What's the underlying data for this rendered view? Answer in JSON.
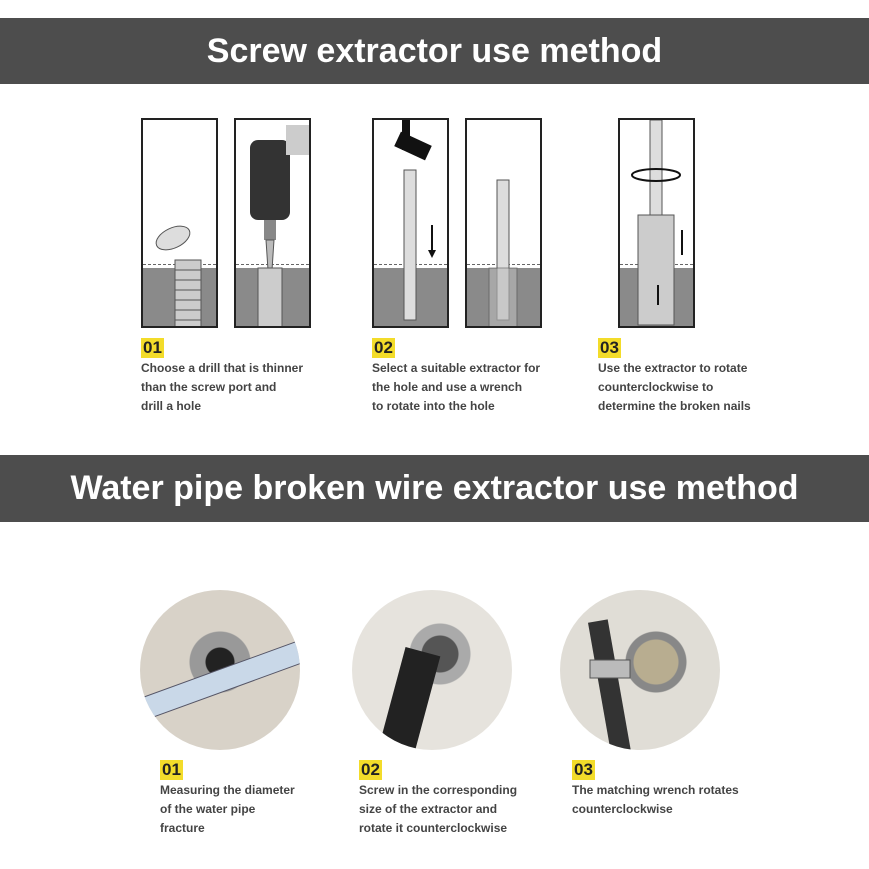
{
  "section1": {
    "title": "Screw extractor use method",
    "steps": [
      {
        "num": "01",
        "lines": [
          "Choose a drill that is thinner",
          "than the screw port and",
          "drill a hole"
        ]
      },
      {
        "num": "02",
        "lines": [
          "Select a suitable extractor for",
          "the hole and use a wrench",
          "to rotate into the hole"
        ]
      },
      {
        "num": "03",
        "lines": [
          "Use the extractor to rotate",
          "counterclockwise to",
          "determine the broken nails"
        ]
      }
    ]
  },
  "section2": {
    "title": "Water pipe broken wire extractor use method",
    "steps": [
      {
        "num": "01",
        "lines": [
          "Measuring the diameter",
          "of the water pipe",
          "fracture"
        ]
      },
      {
        "num": "02",
        "lines": [
          "Screw in the corresponding",
          "size of the extractor and",
          "rotate it counterclockwise"
        ]
      },
      {
        "num": "03",
        "lines": [
          "The matching wrench rotates",
          "counterclockwise"
        ]
      }
    ]
  },
  "colors": {
    "band": "#4d4d4d",
    "highlight": "#f3dc2a"
  }
}
